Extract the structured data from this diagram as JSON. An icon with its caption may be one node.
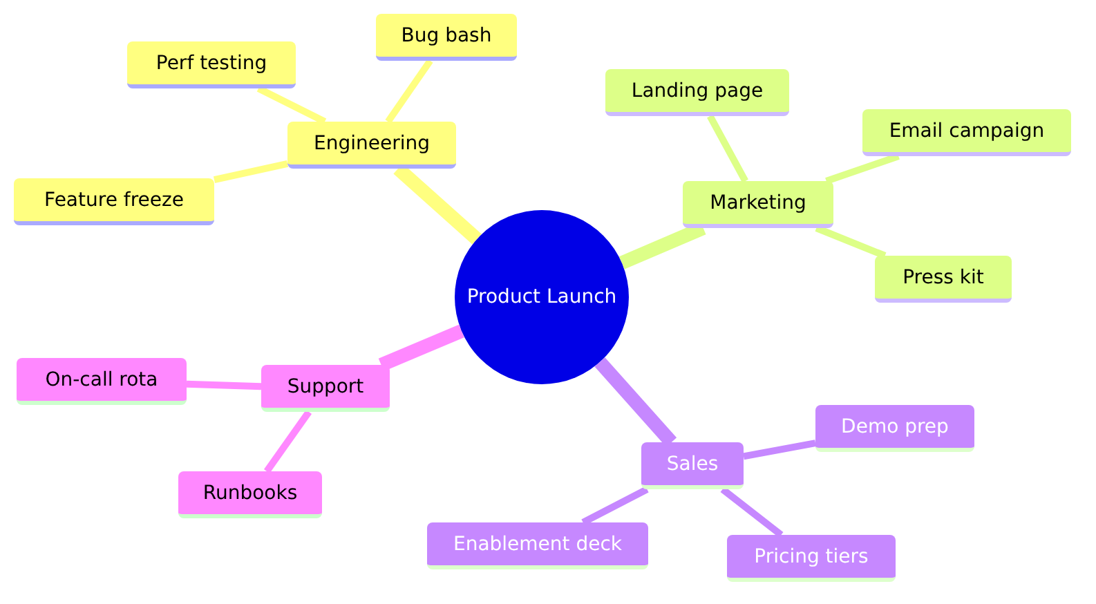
{
  "diagram": {
    "nodes": [
      {
        "text": [
          "Product Launch"
        ]
      },
      {
        "text": [
          "Engineering"
        ]
      },
      {
        "text": [
          "Perf testing"
        ]
      },
      {
        "text": [
          "Bug bash"
        ]
      },
      {
        "text": [
          "Feature freeze"
        ]
      },
      {
        "text": [
          "Marketing"
        ]
      },
      {
        "text": [
          "Landing page"
        ]
      },
      {
        "text": [
          "Email campaign"
        ]
      },
      {
        "text": [
          "Press kit"
        ]
      },
      {
        "text": [
          "Support"
        ]
      },
      {
        "text": [
          "On-call rota"
        ]
      },
      {
        "text": [
          "Runbooks"
        ]
      },
      {
        "text": [
          "Sales"
        ]
      },
      {
        "text": [
          "Demo prep"
        ]
      },
      {
        "text": [
          "Enablement deck"
        ]
      },
      {
        "text": [
          "Pricing tiers"
        ]
      }
    ],
    "edges": [
      {
        "from": 0,
        "to": 1,
        "arrow": "none",
        "style": "thick",
        "color": "#ffff80"
      },
      {
        "from": 1,
        "to": 2,
        "arrow": "none",
        "color": "#ffff80"
      },
      {
        "from": 1,
        "to": 3,
        "arrow": "none",
        "color": "#ffff80"
      },
      {
        "from": 1,
        "to": 4,
        "arrow": "none",
        "color": "#ffff80"
      },
      {
        "from": 0,
        "to": 5,
        "arrow": "none",
        "style": "thick",
        "color": "#ddff88"
      },
      {
        "from": 5,
        "to": 6,
        "arrow": "none",
        "color": "#ddff88"
      },
      {
        "from": 5,
        "to": 7,
        "arrow": "none",
        "color": "#ddff88"
      },
      {
        "from": 5,
        "to": 8,
        "arrow": "none",
        "color": "#ddff88"
      },
      {
        "from": 0,
        "to": 9,
        "arrow": "none",
        "style": "thick",
        "color": "#ff88ff"
      },
      {
        "from": 9,
        "to": 10,
        "arrow": "none",
        "color": "#ff88ff"
      },
      {
        "from": 9,
        "to": 11,
        "arrow": "none",
        "color": "#ff88ff"
      },
      {
        "from": 0,
        "to": 12,
        "arrow": "none",
        "style": "thick",
        "color": "#c688ff"
      },
      {
        "from": 12,
        "to": 13,
        "arrow": "none",
        "color": "#c688ff"
      },
      {
        "from": 12,
        "to": 14,
        "arrow": "none",
        "color": "#c688ff"
      },
      {
        "from": 12,
        "to": 15,
        "arrow": "none",
        "color": "#c688ff"
      }
    ]
  }
}
